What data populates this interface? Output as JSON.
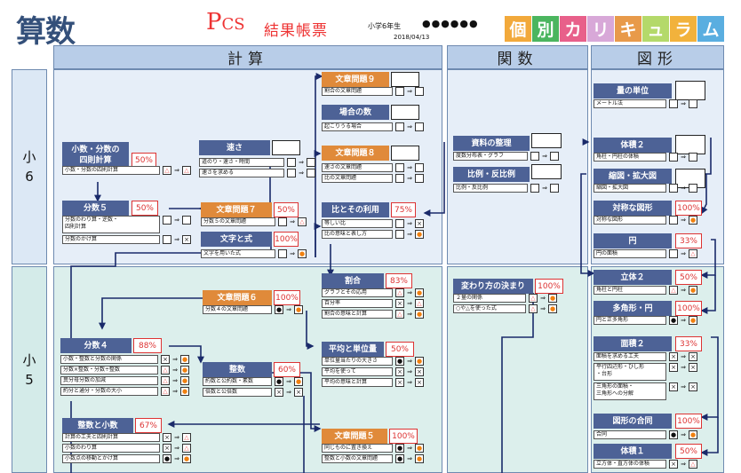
{
  "header": {
    "title": "算数",
    "logo_big": "P",
    "logo_small": "CS",
    "report": "結果帳票",
    "grade": "小学6年生",
    "date": "2018/04/13",
    "dots": "●●●●●●",
    "curriculum": [
      {
        "ch": "個",
        "color": "#f2a93b"
      },
      {
        "ch": "別",
        "color": "#4bb55f"
      },
      {
        "ch": "カ",
        "color": "#e8608a"
      },
      {
        "ch": "リ",
        "color": "#d8a8d8"
      },
      {
        "ch": "キ",
        "color": "#e89a4a"
      },
      {
        "ch": "ュ",
        "color": "#b4d96a"
      },
      {
        "ch": "ラ",
        "color": "#f2b23c"
      },
      {
        "ch": "ム",
        "color": "#5aaee0"
      }
    ]
  },
  "columns": {
    "keisan": "計算",
    "kansu": "関数",
    "zukei": "図形"
  },
  "rows": {
    "g6": "小\n6",
    "g5": "小\n5"
  },
  "units": [
    {
      "label": "小数・分数の\n四則計算",
      "color": "blue",
      "pct": "50%",
      "skills": [
        {
          "label": "小数・分数の四則計算",
          "mark": "△",
          "result": "△"
        }
      ]
    },
    {
      "label": "分数５",
      "color": "blue",
      "pct": "50%",
      "skills": [
        {
          "label": "分数のわり算・逆数・\n四則計算",
          "mark": "",
          "result": ""
        },
        {
          "label": "分数のかけ算",
          "mark": "",
          "result": "×"
        }
      ]
    },
    {
      "label": "速さ",
      "color": "blue",
      "pct": "",
      "skills": [
        {
          "label": "道のり・速さ・時間",
          "mark": "",
          "result": ""
        },
        {
          "label": "速さを求める",
          "mark": "",
          "result": ""
        }
      ]
    },
    {
      "label": "文章問題７",
      "color": "org",
      "pct": "50%",
      "skills": [
        {
          "label": "分数５の文章問題",
          "mark": "",
          "result": "△"
        }
      ]
    },
    {
      "label": "文字と式",
      "color": "blue",
      "pct": "100%",
      "skills": [
        {
          "label": "文字を用いた式",
          "mark": "",
          "result": "●"
        }
      ]
    },
    {
      "label": "文章問題９",
      "color": "org",
      "pct": "",
      "skills": [
        {
          "label": "割合の文章問題",
          "mark": "",
          "result": ""
        }
      ]
    },
    {
      "label": "場合の数",
      "color": "blue",
      "pct": "",
      "skills": [
        {
          "label": "起こりうる場合",
          "mark": "",
          "result": ""
        }
      ]
    },
    {
      "label": "文章問題８",
      "color": "org",
      "pct": "",
      "skills": [
        {
          "label": "速さの文章問題",
          "mark": "",
          "result": ""
        },
        {
          "label": "比の文章問題",
          "mark": "",
          "result": ""
        }
      ]
    },
    {
      "label": "比とその利用",
      "color": "blue",
      "pct": "75%",
      "skills": [
        {
          "label": "等しい比",
          "mark": "",
          "result": "×"
        },
        {
          "label": "比の意味と表し方",
          "mark": "",
          "result": "●"
        }
      ]
    },
    {
      "label": "割合",
      "color": "blue",
      "pct": "83%",
      "skills": [
        {
          "label": "グラフとその応用",
          "mark": "△",
          "result": "●"
        },
        {
          "label": "百分率",
          "mark": "×",
          "result": "△"
        },
        {
          "label": "割合の意味と計算",
          "mark": "△",
          "result": "●"
        }
      ]
    },
    {
      "label": "文章問題６",
      "color": "org",
      "pct": "100%",
      "skills": [
        {
          "label": "分数４の文章問題",
          "mark": "●",
          "result": "●"
        }
      ]
    },
    {
      "label": "分数４",
      "color": "blue",
      "pct": "88%",
      "skills": [
        {
          "label": "小数・整数と分数の関係",
          "mark": "×",
          "result": "●"
        },
        {
          "label": "分数×整数・分数÷整数",
          "mark": "△",
          "result": "●"
        },
        {
          "label": "異分母分数の加減",
          "mark": "△",
          "result": "●"
        },
        {
          "label": "約分と通分・分数の大小",
          "mark": "△",
          "result": "●"
        }
      ]
    },
    {
      "label": "整数",
      "color": "blue",
      "pct": "60%",
      "skills": [
        {
          "label": "約数と公約数・素数",
          "mark": "●",
          "result": "●"
        },
        {
          "label": "倍数と公倍数",
          "mark": "×",
          "result": "×"
        }
      ]
    },
    {
      "label": "平均と単位量",
      "color": "blue",
      "pct": "50%",
      "skills": [
        {
          "label": "単位量当たりの大きさ",
          "mark": "●",
          "result": "●"
        },
        {
          "label": "平均を使って",
          "mark": "×",
          "result": "×"
        },
        {
          "label": "平均の意味と計算",
          "mark": "×",
          "result": "×"
        }
      ]
    },
    {
      "label": "整数と小数",
      "color": "blue",
      "pct": "67%",
      "skills": [
        {
          "label": "計算の工夫と四則計算",
          "mark": "×",
          "result": "△"
        },
        {
          "label": "小数のわり算",
          "mark": "×",
          "result": "△"
        },
        {
          "label": "小数点の移動とかけ算",
          "mark": "●",
          "result": "●"
        }
      ]
    },
    {
      "label": "文章問題５",
      "color": "org",
      "pct": "100%",
      "skills": [
        {
          "label": "同じものに置き換え",
          "mark": "●",
          "result": "●"
        },
        {
          "label": "整数と小数の文章問題",
          "mark": "●",
          "result": "●"
        }
      ]
    },
    {
      "label": "資料の整理",
      "color": "blue",
      "pct": "",
      "skills": [
        {
          "label": "度数分布表・グラフ",
          "mark": "",
          "result": ""
        }
      ]
    },
    {
      "label": "比例・反比例",
      "color": "blue",
      "pct": "",
      "skills": [
        {
          "label": "比例・反比例",
          "mark": "",
          "result": ""
        }
      ]
    },
    {
      "label": "変わり方の決まり",
      "color": "blue",
      "pct": "100%",
      "skills": [
        {
          "label": "２量の関係",
          "mark": "△",
          "result": "●"
        },
        {
          "label": "○や△を使った式",
          "mark": "△",
          "result": "●"
        }
      ]
    },
    {
      "label": "量の単位",
      "color": "blue",
      "pct": "",
      "skills": [
        {
          "label": "メートル法",
          "mark": "",
          "result": ""
        }
      ]
    },
    {
      "label": "体積２",
      "color": "blue",
      "pct": "",
      "skills": [
        {
          "label": "角柱・円柱の体積",
          "mark": "",
          "result": ""
        }
      ]
    },
    {
      "label": "縮図・拡大図",
      "color": "blue",
      "pct": "",
      "skills": [
        {
          "label": "縮図・拡大図",
          "mark": "",
          "result": ""
        }
      ]
    },
    {
      "label": "対称な図形",
      "color": "blue",
      "pct": "100%",
      "skills": [
        {
          "label": "対称な図形",
          "mark": "",
          "result": "●"
        }
      ]
    },
    {
      "label": "円",
      "color": "blue",
      "pct": "33%",
      "skills": [
        {
          "label": "円の面積",
          "mark": "",
          "result": "△"
        }
      ]
    },
    {
      "label": "立体２",
      "color": "blue",
      "pct": "50%",
      "skills": [
        {
          "label": "角柱と円柱",
          "mark": "△",
          "result": "●"
        }
      ]
    },
    {
      "label": "多角形・円",
      "color": "blue",
      "pct": "100%",
      "skills": [
        {
          "label": "円と正多角形",
          "mark": "●",
          "result": "●"
        }
      ]
    },
    {
      "label": "面積２",
      "color": "blue",
      "pct": "33%",
      "skills": [
        {
          "label": "面積を求める工夫",
          "mark": "×",
          "result": "×"
        },
        {
          "label": "平行四辺形・ひし形\n・台形",
          "mark": "×",
          "result": "×"
        },
        {
          "label": "三角形の面積・\n三角形への分解",
          "mark": "×",
          "result": "×"
        }
      ]
    },
    {
      "label": "図形の合同",
      "color": "blue",
      "pct": "100%",
      "skills": [
        {
          "label": "合同",
          "mark": "●",
          "result": "●"
        }
      ]
    },
    {
      "label": "体積１",
      "color": "blue",
      "pct": "50%",
      "skills": [
        {
          "label": "立方体・直方体の体積",
          "mark": "×",
          "result": "△"
        }
      ]
    }
  ]
}
